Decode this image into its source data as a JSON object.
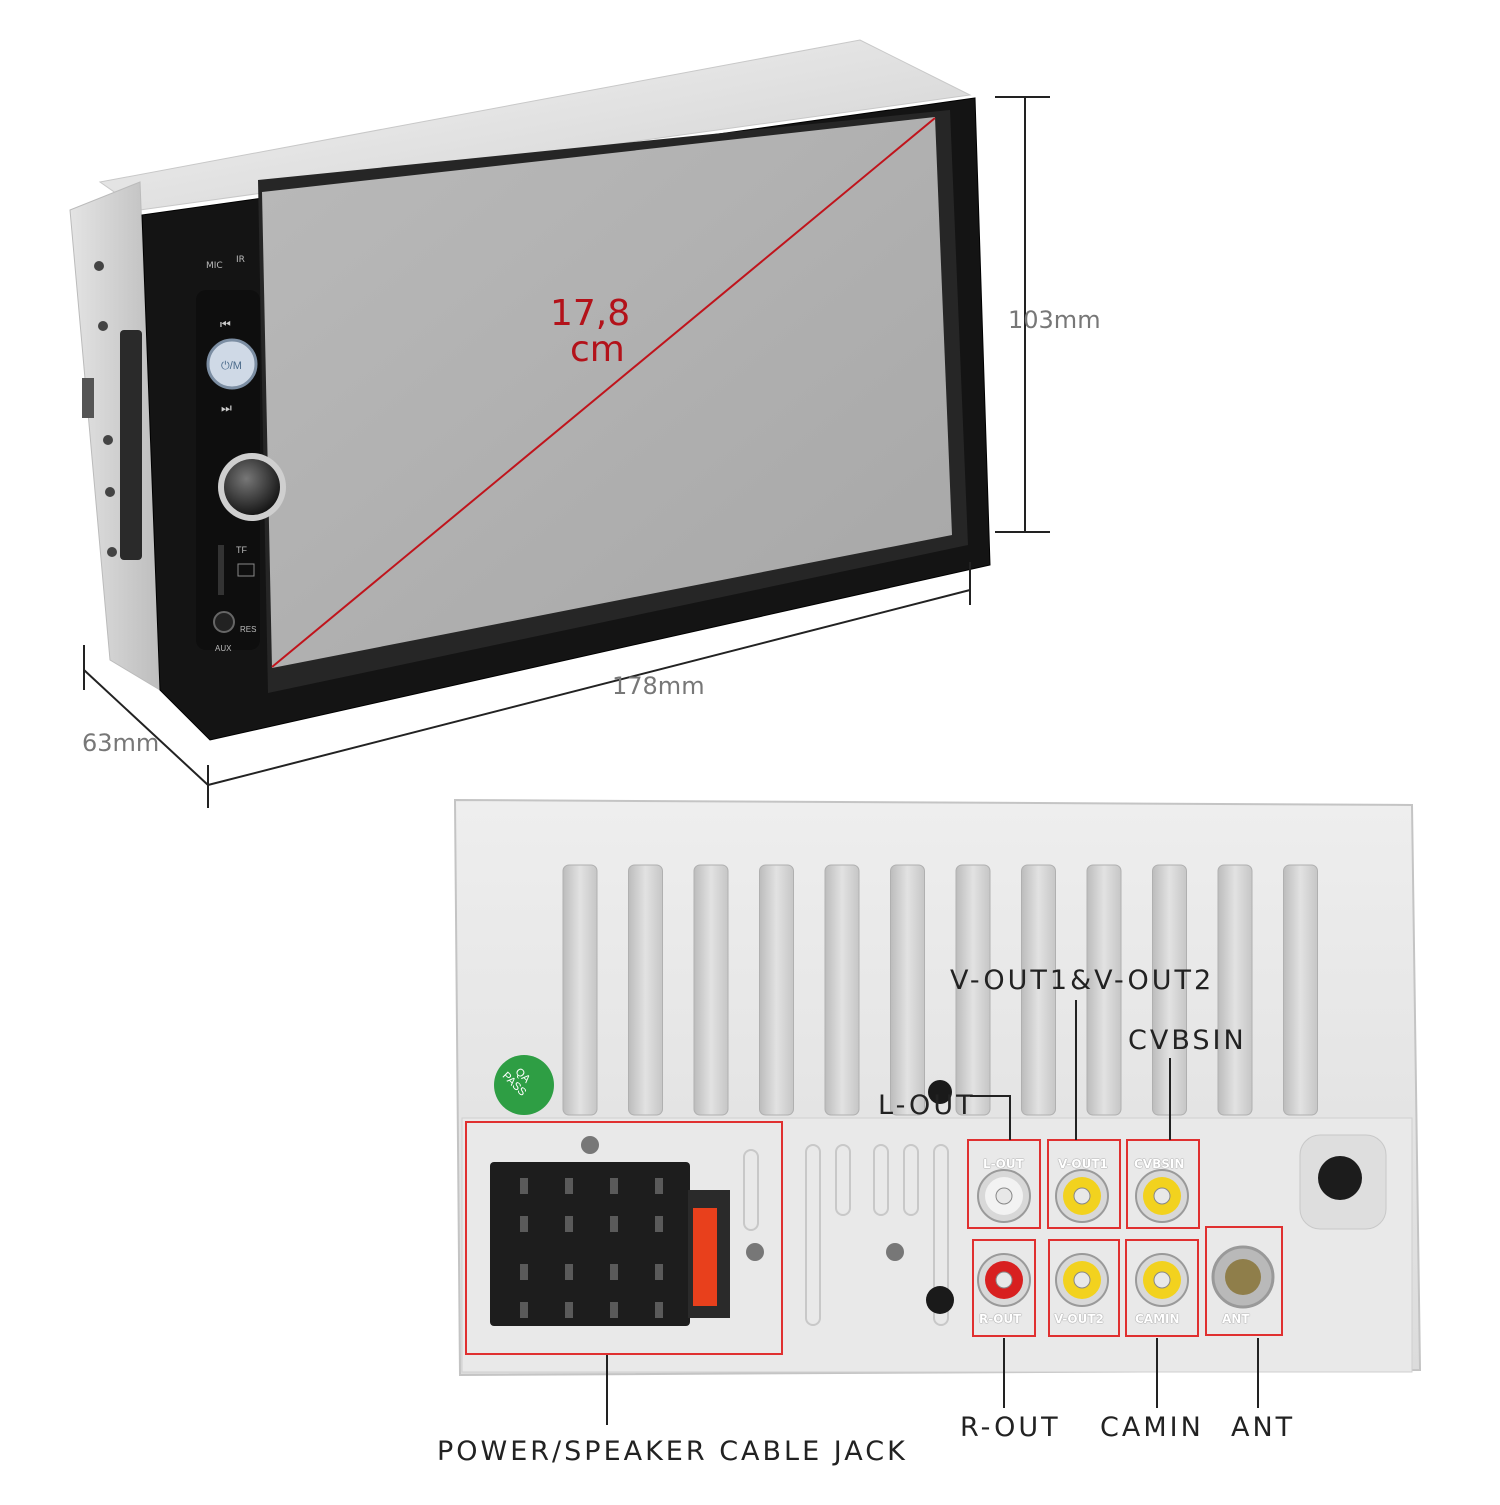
{
  "dimensions": {
    "height": "103mm",
    "width": "178mm",
    "depth": "63mm",
    "diagonal_value": "17,8",
    "diagonal_unit": "cm"
  },
  "front_panel": {
    "mic": "MIC",
    "ir": "IR",
    "tf": "TF",
    "res": "RES",
    "aux": "AUX",
    "power_mode": "⏻/M",
    "prev": "⏮",
    "next": "⏭"
  },
  "rear_panel": {
    "qa_badge": "QA\nPASS",
    "jacks": {
      "l_out": "L-OUT",
      "v_out1": "V-OUT1",
      "cvbsin": "CVBSIN",
      "r_out": "R-OUT",
      "v_out2": "V-OUT2",
      "camin": "CAMIN",
      "ant": "ANT"
    }
  },
  "callouts": {
    "v_out": "V-OUT1&V-OUT2",
    "cvbsin": "CVBSIN",
    "l_out": "L-OUT",
    "r_out": "R-OUT",
    "camin": "CAMIN",
    "ant": "ANT",
    "power": "POWER/SPEAKER CABLE JACK"
  },
  "colors": {
    "highlight": "#e03030",
    "diagonal": "#c0141c",
    "dimension_line": "#222222",
    "qa_green": "#2e9e44",
    "rca_white": "#f2f2f2",
    "rca_red": "#d82020",
    "rca_yellow": "#f2d21e"
  }
}
